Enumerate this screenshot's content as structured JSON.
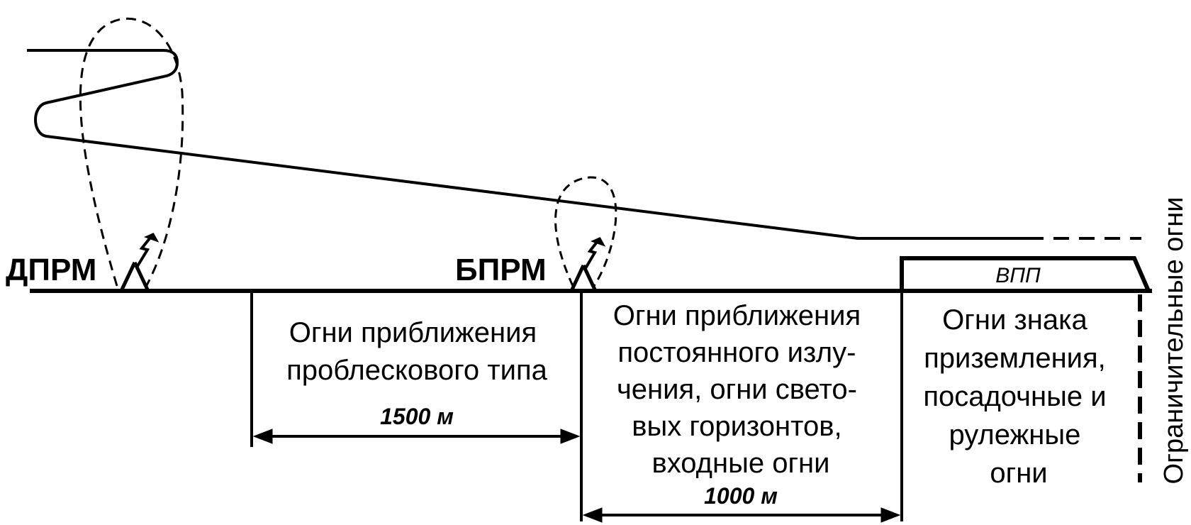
{
  "stations": {
    "dprm": "ДПРМ",
    "bprm": "БПРМ"
  },
  "zones": {
    "flashing": [
      "Огни приближения",
      "проблескового типа"
    ],
    "flashing_distance": "1500 м",
    "steady": [
      "Огни приближения",
      "постоянного излу-",
      "чения, огни свето-",
      "вых горизонтов,",
      "входные огни"
    ],
    "steady_distance": "1000 м",
    "runway_lights": [
      "Огни знака",
      "приземления,",
      "посадочные и",
      "рулежные",
      "огни"
    ]
  },
  "runway_label": "ВПП",
  "limit_lights": "Ограничительные огни"
}
